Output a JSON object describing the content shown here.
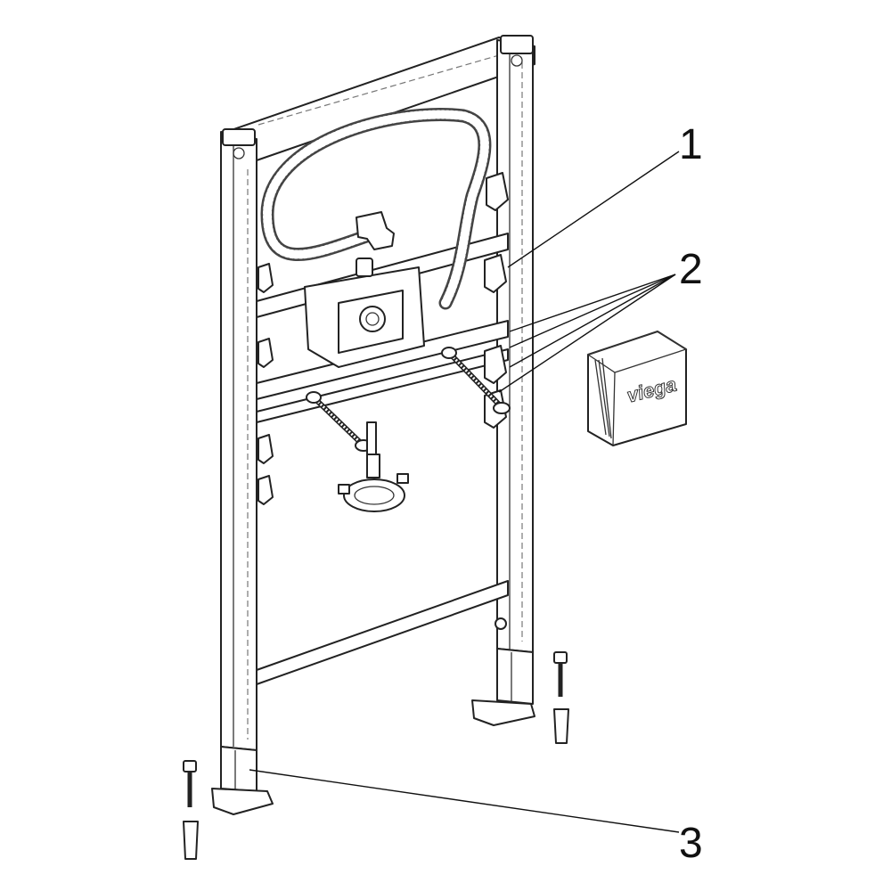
{
  "callouts": {
    "label_1": "1",
    "label_2": "2",
    "label_3": "3"
  },
  "template_box": {
    "brand": "viega"
  },
  "colors": {
    "line": "#222222",
    "background": "#ffffff"
  }
}
